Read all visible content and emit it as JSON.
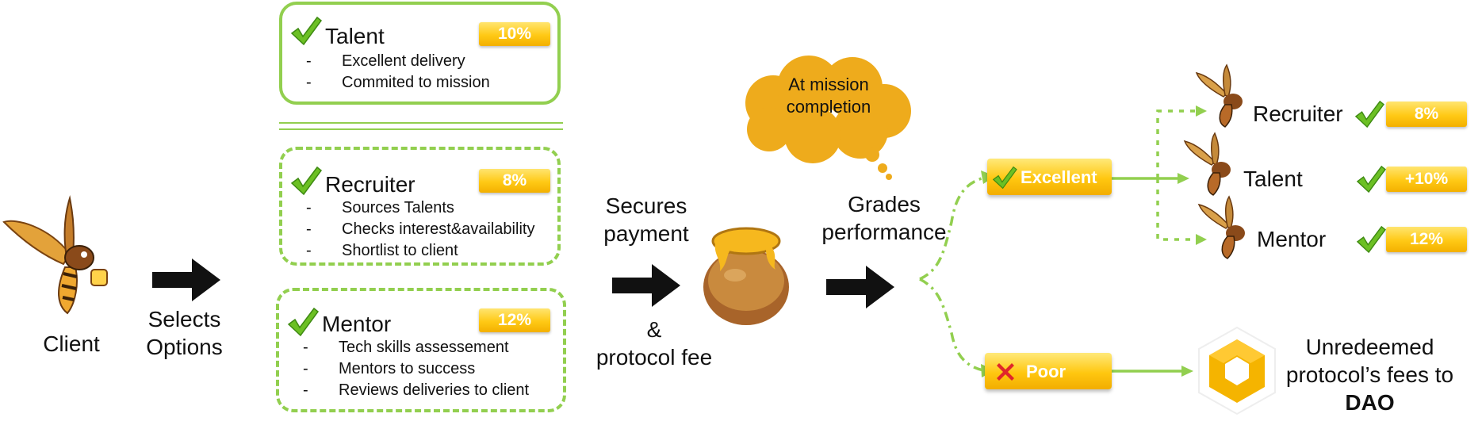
{
  "client": {
    "label": "Client"
  },
  "step1": {
    "label_line1": "Selects",
    "label_line2": "Options"
  },
  "options": [
    {
      "title": "Talent",
      "percent": "10%",
      "bullets": [
        "Excellent delivery",
        "Commited to mission"
      ]
    },
    {
      "title": "Recruiter",
      "percent": "8%",
      "bullets": [
        "Sources Talents",
        "Checks interest&availability",
        "Shortlist to client"
      ]
    },
    {
      "title": "Mentor",
      "percent": "12%",
      "bullets": [
        "Tech skills assessement",
        "Mentors to success",
        "Reviews deliveries to client"
      ]
    }
  ],
  "step2": {
    "line1": "Secures",
    "line2": "payment",
    "amp": "&",
    "line3": "protocol fee"
  },
  "cloud": {
    "line1": "At mission",
    "line2": "completion"
  },
  "step3": {
    "line1": "Grades",
    "line2": "performance"
  },
  "grades": {
    "excellent": "Excellent",
    "poor": "Poor"
  },
  "rewards": [
    {
      "role": "Recruiter",
      "percent": "8%"
    },
    {
      "role": "Talent",
      "percent": "+10%"
    },
    {
      "role": "Mentor",
      "percent": "12%"
    }
  ],
  "dao": {
    "line1": "Unredeemed",
    "line2": "protocol’s fees to",
    "line3": "DAO"
  },
  "colors": {
    "green": "#92cf4f",
    "gold": "#ffc915",
    "cloud": "#eeab1c",
    "arrow": "#111111",
    "cross": "#e0262b"
  },
  "icons": [
    "bee-icon",
    "arrow-right-icon",
    "check-icon",
    "honey-pot-icon",
    "cloud-icon",
    "cross-icon",
    "hexagon-dao-icon"
  ]
}
